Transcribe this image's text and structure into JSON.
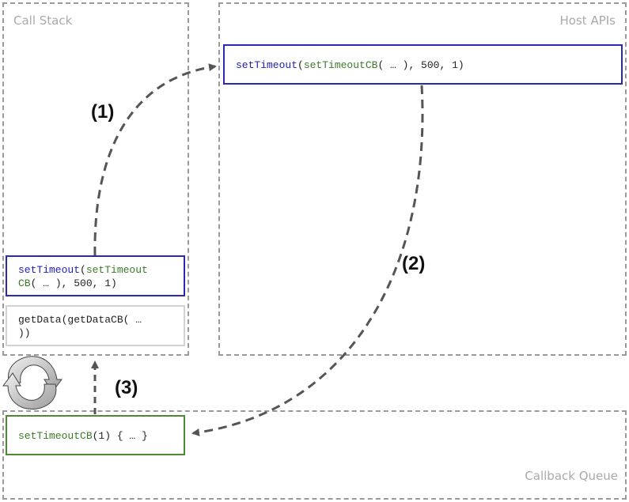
{
  "regions": {
    "call_stack": {
      "label": "Call Stack"
    },
    "host_apis": {
      "label": "Host APIs"
    },
    "callback_queue": {
      "label": "Callback Queue"
    }
  },
  "boxes": {
    "host_timer": {
      "fn": "setTimeout",
      "open": "(",
      "cb": "setTimeoutCB",
      "rest": "( … ), 500, 1)"
    },
    "stack_timer": {
      "fn": "setTimeout",
      "open": "(",
      "cb1": "setTimeout",
      "cb2": "CB",
      "rest1": "( … ), 500, 1)"
    },
    "stack_getdata": {
      "line1": "getData(getDataCB( …",
      "line2": "))"
    },
    "queue_cb": {
      "cb": "setTimeoutCB",
      "rest": "(1) { … }"
    }
  },
  "steps": {
    "step1": "(1)",
    "step2": "(2)",
    "step3": "(3)"
  },
  "colors": {
    "fn": "#2020b8",
    "callback": "#3c7a28",
    "arrow": "#555555",
    "dashed_border": "#9a9a9a"
  },
  "icons": {
    "event_loop": "circular-arrows-icon"
  }
}
